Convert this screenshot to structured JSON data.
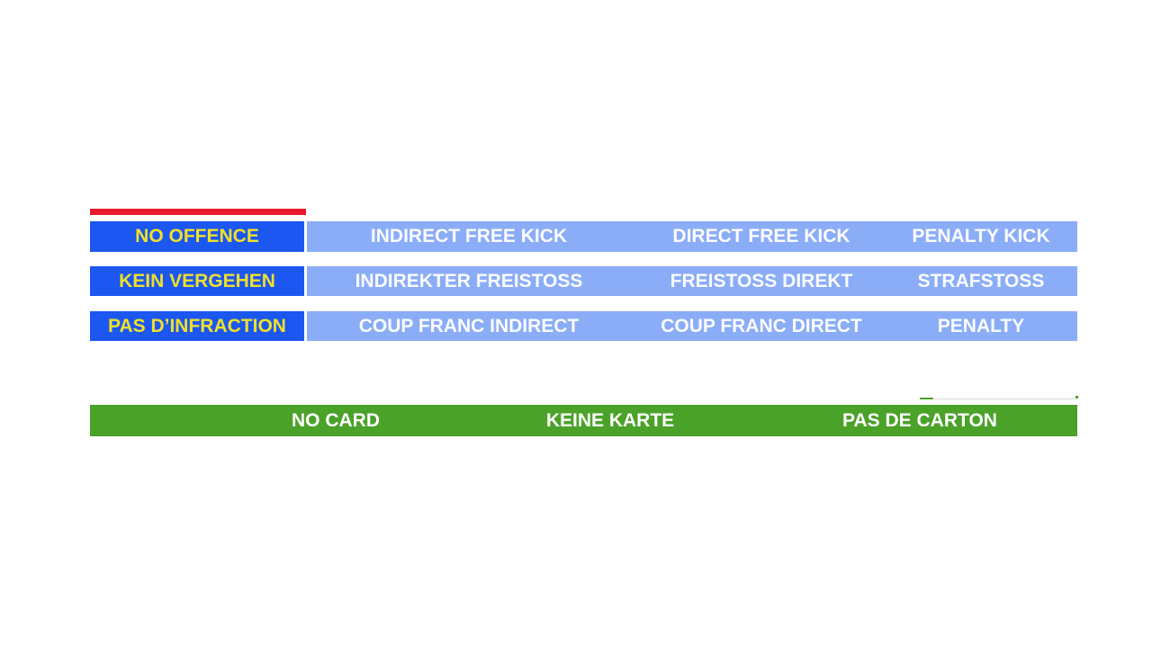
{
  "palette": {
    "red_accent": "#e81b2c",
    "label_blue": "#1b57f0",
    "label_text_yellow": "#f0e02a",
    "bar_light_blue": "#8badf8",
    "bar_text_white": "#ffffff",
    "card_bar_green": "#4aa228"
  },
  "decision_table": {
    "rows": [
      {
        "language": "english",
        "no_offence_label": "NO OFFENCE",
        "cells": [
          "INDIRECT FREE KICK",
          "DIRECT FREE KICK",
          "PENALTY KICK"
        ]
      },
      {
        "language": "german",
        "no_offence_label": "KEIN VERGEHEN",
        "cells": [
          "INDIREKTER FREISTOSS",
          "FREISTOSS DIREKT",
          "STRAFSTOSS"
        ]
      },
      {
        "language": "french",
        "no_offence_label": "PAS D’INFRACTION",
        "cells": [
          "COUP FRANC INDIRECT",
          "COUP FRANC DIRECT",
          "PENALTY"
        ]
      }
    ]
  },
  "card_bar": {
    "labels": [
      "NO CARD",
      "KEINE KARTE",
      "PAS DE CARTON"
    ]
  }
}
